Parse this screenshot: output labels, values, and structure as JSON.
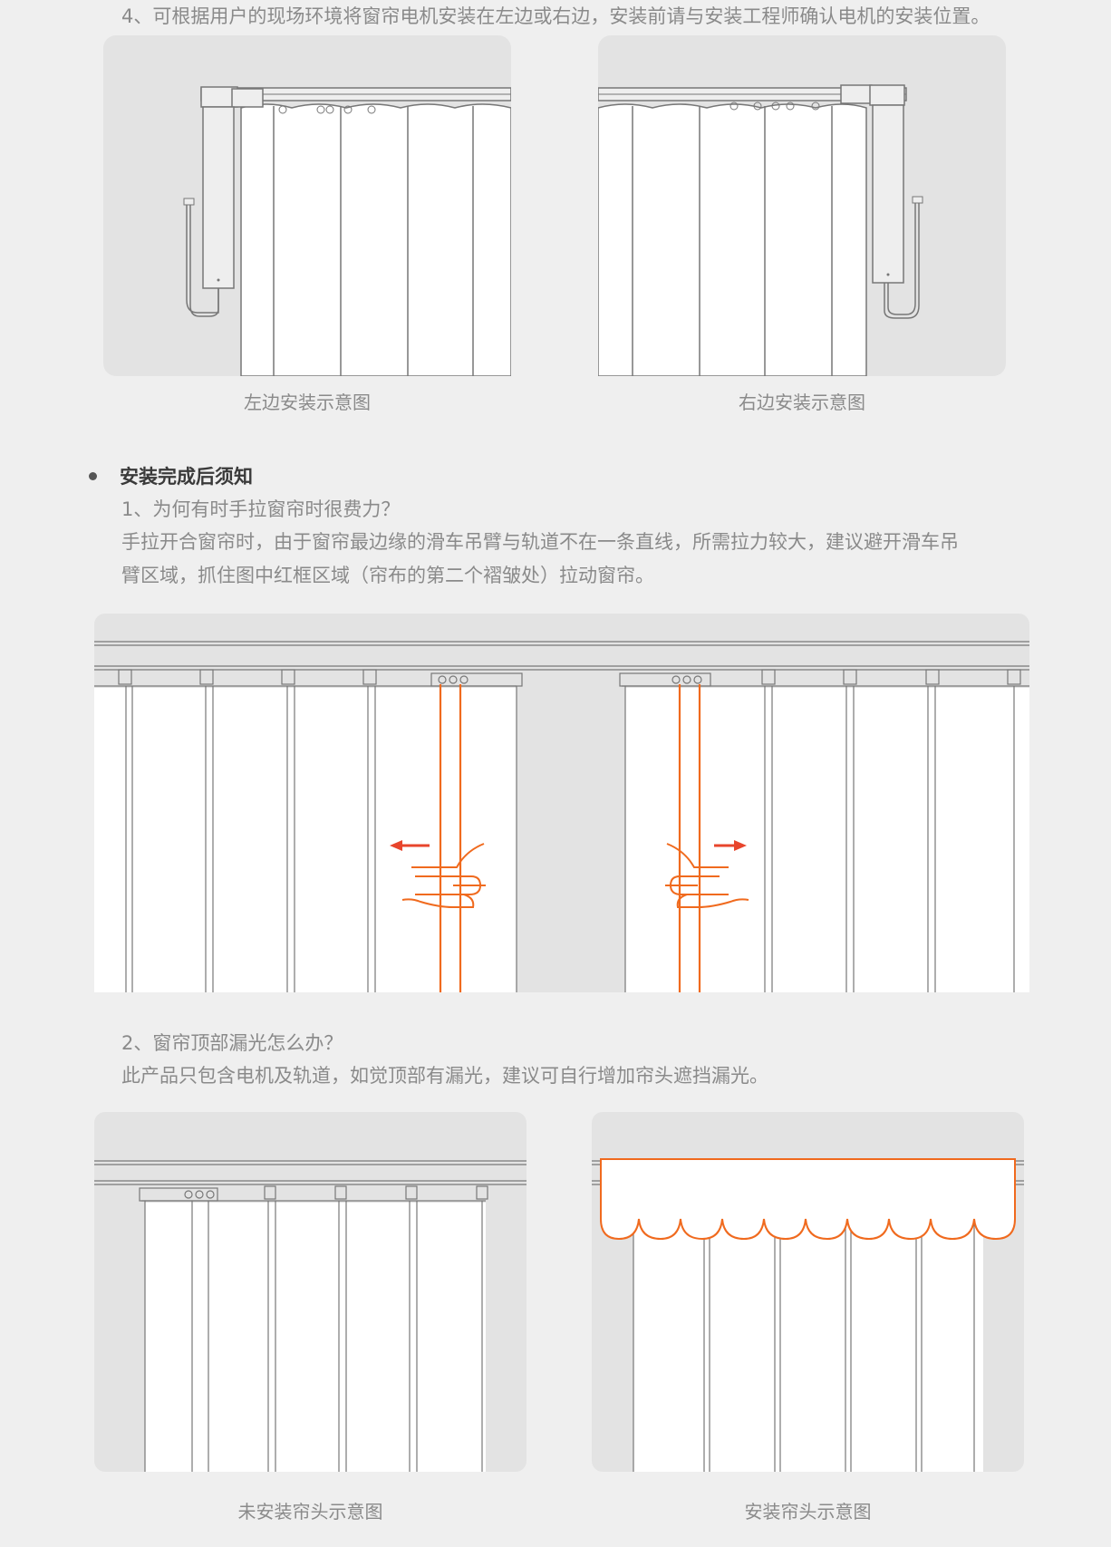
{
  "section1": {
    "step4_text": "4、可根据用户的现场环境将窗帘电机安装在左边或右边，安装前请与安装工程师确认电机的安装位置。",
    "left_caption": "左边安装示意图",
    "right_caption": "右边安装示意图"
  },
  "section2": {
    "heading": "安装完成后须知",
    "q1": "1、为何有时手拉窗帘时很费力？",
    "a1_line1": "手拉开合窗帘时，由于窗帘最边缘的滑车吊臂与轨道不在一条直线，所需拉力较大，建议避开滑车吊",
    "a1_line2": "臂区域，抓住图中红框区域（帘布的第二个褶皱处）拉动窗帘。",
    "q2": "2、窗帘顶部漏光怎么办？",
    "a2": "此产品只包含电机及轨道，如觉顶部有漏光，建议可自行增加帘头遮挡漏光。",
    "no_valance_caption": "未安装帘头示意图",
    "valance_caption": "安装帘头示意图"
  },
  "colors": {
    "background": "#efefef",
    "panel": "#e3e3e3",
    "curtain": "#ffffff",
    "line": "#777777",
    "accent_orange": "#f06a1e",
    "arrow_red": "#e8452c"
  }
}
